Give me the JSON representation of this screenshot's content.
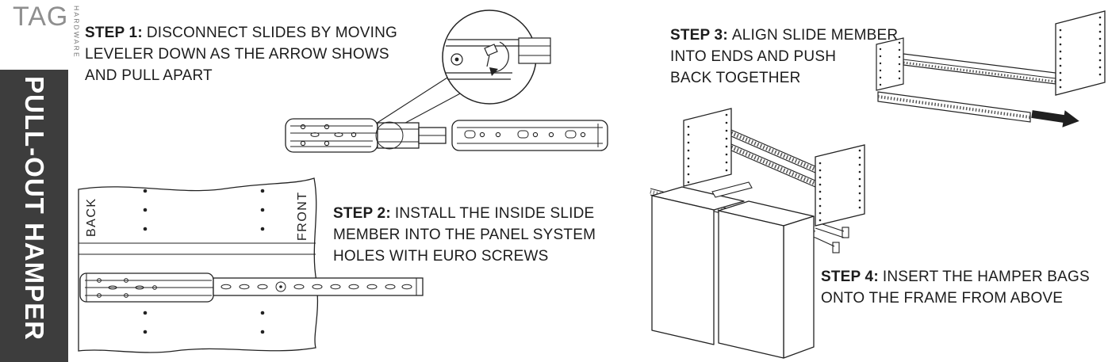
{
  "brand": {
    "name": "TAG",
    "tagline": "HARDWARE"
  },
  "sidebar": {
    "title": "PULL-OUT HAMPER"
  },
  "steps": [
    {
      "label": "STEP 1:",
      "lines": [
        "DISCONNECT SLIDES BY MOVING",
        "LEVELER DOWN AS THE ARROW SHOWS",
        "AND PULL APART"
      ]
    },
    {
      "label": "STEP 2:",
      "lines": [
        "INSTALL THE INSIDE SLIDE",
        "MEMBER INTO THE PANEL SYSTEM",
        "HOLES WITH EURO SCREWS"
      ]
    },
    {
      "label": "STEP 3:",
      "lines": [
        "ALIGN SLIDE MEMBER",
        "INTO ENDS AND PUSH",
        "BACK TOGETHER"
      ]
    },
    {
      "label": "STEP 4:",
      "lines": [
        "INSERT THE HAMPER BAGS",
        "ONTO THE FRAME FROM ABOVE"
      ]
    }
  ],
  "diagram_labels": {
    "back": "BACK",
    "front": "FRONT"
  },
  "colors": {
    "sidebar_bg": "#3d3d3d",
    "sidebar_text": "#ffffff",
    "brand_gray": "#8f8f8f",
    "line_art": "#222222",
    "body_text": "#1c1c1c"
  }
}
